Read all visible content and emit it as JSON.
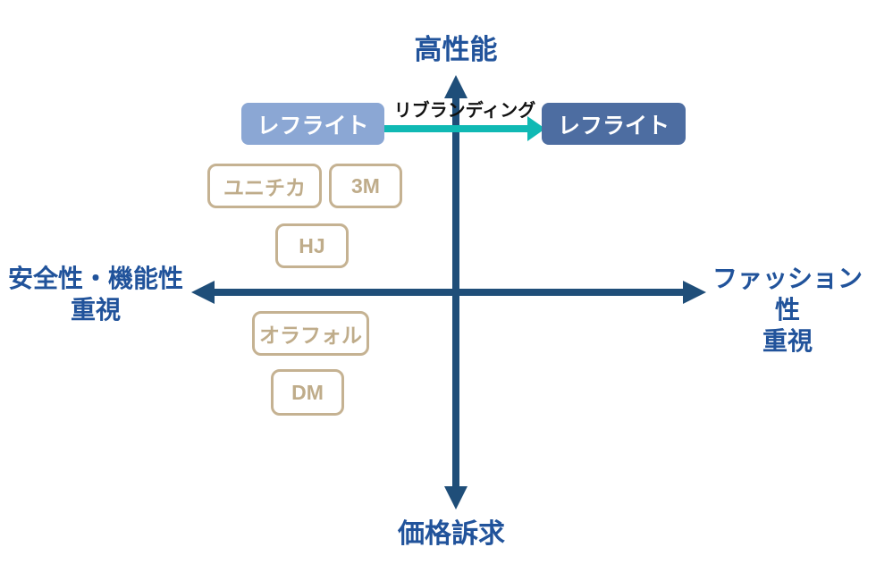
{
  "diagram": {
    "title_hint": "brand-positioning-map",
    "axis": {
      "top": "高性能",
      "bottom": "価格訴求",
      "left": [
        "安全性・機能性",
        "重視"
      ],
      "right": [
        "ファッション性",
        "重視"
      ]
    },
    "rebranding": {
      "before": "レフライト",
      "after": "レフライト",
      "arrow_label": "リブランディング"
    },
    "competitors": [
      "ユニチカ",
      "3M",
      "HJ",
      "オラフォル",
      "DM"
    ]
  },
  "colors": {
    "axis": "#1F4E79",
    "label_text": "#21539B",
    "brand_before_bg": "#8BA7D4",
    "brand_after_bg": "#4D6DA1",
    "brand_text": "#FFFFFF",
    "arrow": "#10B9B4",
    "competitor_border": "#C5B292",
    "competitor_text": "#BFAC8A",
    "transition_text": "#111111",
    "bg": "#FFFFFF"
  }
}
